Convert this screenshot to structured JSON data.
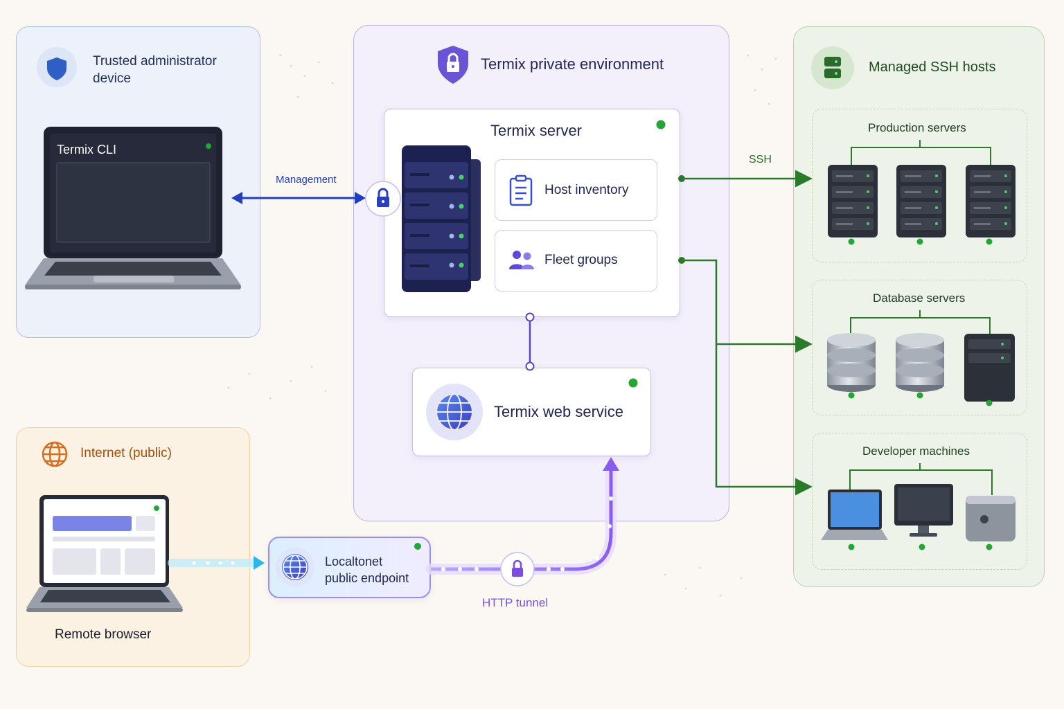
{
  "admin": {
    "title": "Trusted administrator\ndevice",
    "cli_label": "Termix CLI"
  },
  "environment": {
    "title": "Termix private environment",
    "server": {
      "title": "Termix server",
      "host_inventory": "Host inventory",
      "fleet_groups": "Fleet groups"
    },
    "web_service": "Termix web service"
  },
  "hosts": {
    "title": "Managed SSH hosts",
    "groups": [
      "Production servers",
      "Database servers",
      "Developer machines"
    ]
  },
  "internet": {
    "title": "Internet (public)",
    "remote_browser": "Remote browser"
  },
  "localtonet": {
    "label": "Localtonet\npublic endpoint"
  },
  "edges": {
    "management": "Management",
    "ssh": "SSH",
    "http_tunnel": "HTTP tunnel"
  },
  "colors": {
    "management": "#1f3fbf",
    "ssh": "#2a7a2a",
    "tunnel": "#8a5cf0",
    "status_ok": "#23a635",
    "admin_border": "#a9c1ec",
    "env_border": "#bcb0e6",
    "hosts_border": "#b7d2ae",
    "internet_border": "#f0d2a4"
  },
  "icons": [
    "shield-icon",
    "lock-shield-icon",
    "server-stack-icon",
    "lock-icon",
    "clipboard-icon",
    "users-icon",
    "globe-icon",
    "laptop-icon",
    "rack-server-icon",
    "database-icon",
    "desktop-icon",
    "mac-pro-icon"
  ]
}
